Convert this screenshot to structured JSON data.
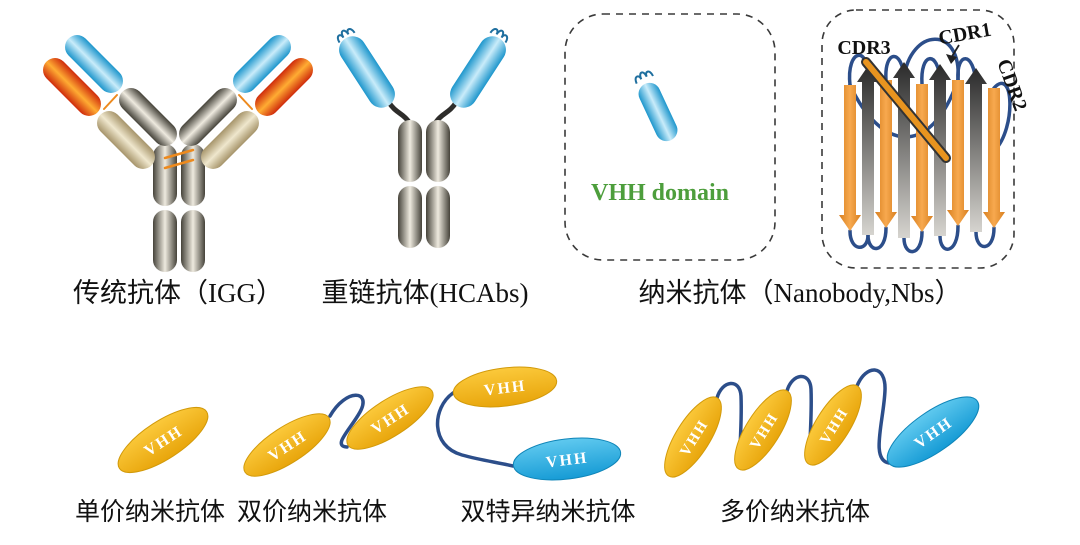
{
  "sections": {
    "igg_label": "传统抗体（IGG）",
    "hcab_label": "重链抗体(HCAbs)",
    "nanobody_label": "纳米抗体（Nanobody,Nbs）"
  },
  "vhh_box": {
    "caption": "VHH domain",
    "caption_color": "#4d9e3c"
  },
  "cdr": {
    "cdr1": "CDR1",
    "cdr2": "CDR2",
    "cdr3": "CDR3"
  },
  "vhh": "VHH",
  "formats": {
    "monovalent": "单价纳米抗体",
    "bivalent": "双价纳米抗体",
    "bispecific": "双特异纳米抗体",
    "multivalent": "多价纳米抗体"
  },
  "colors": {
    "domain_blue": "#49bdea",
    "domain_gray": "#55524a",
    "domain_tan": "#d8c9a3",
    "domain_red": "#d43512",
    "nanobody_yellow": "#f2b51b",
    "nanobody_cyan": "#29abe2",
    "linker_blue": "#2c4e8a",
    "sheet_orange": "#f0923b",
    "disulfide_orange": "#ed8a1e"
  }
}
